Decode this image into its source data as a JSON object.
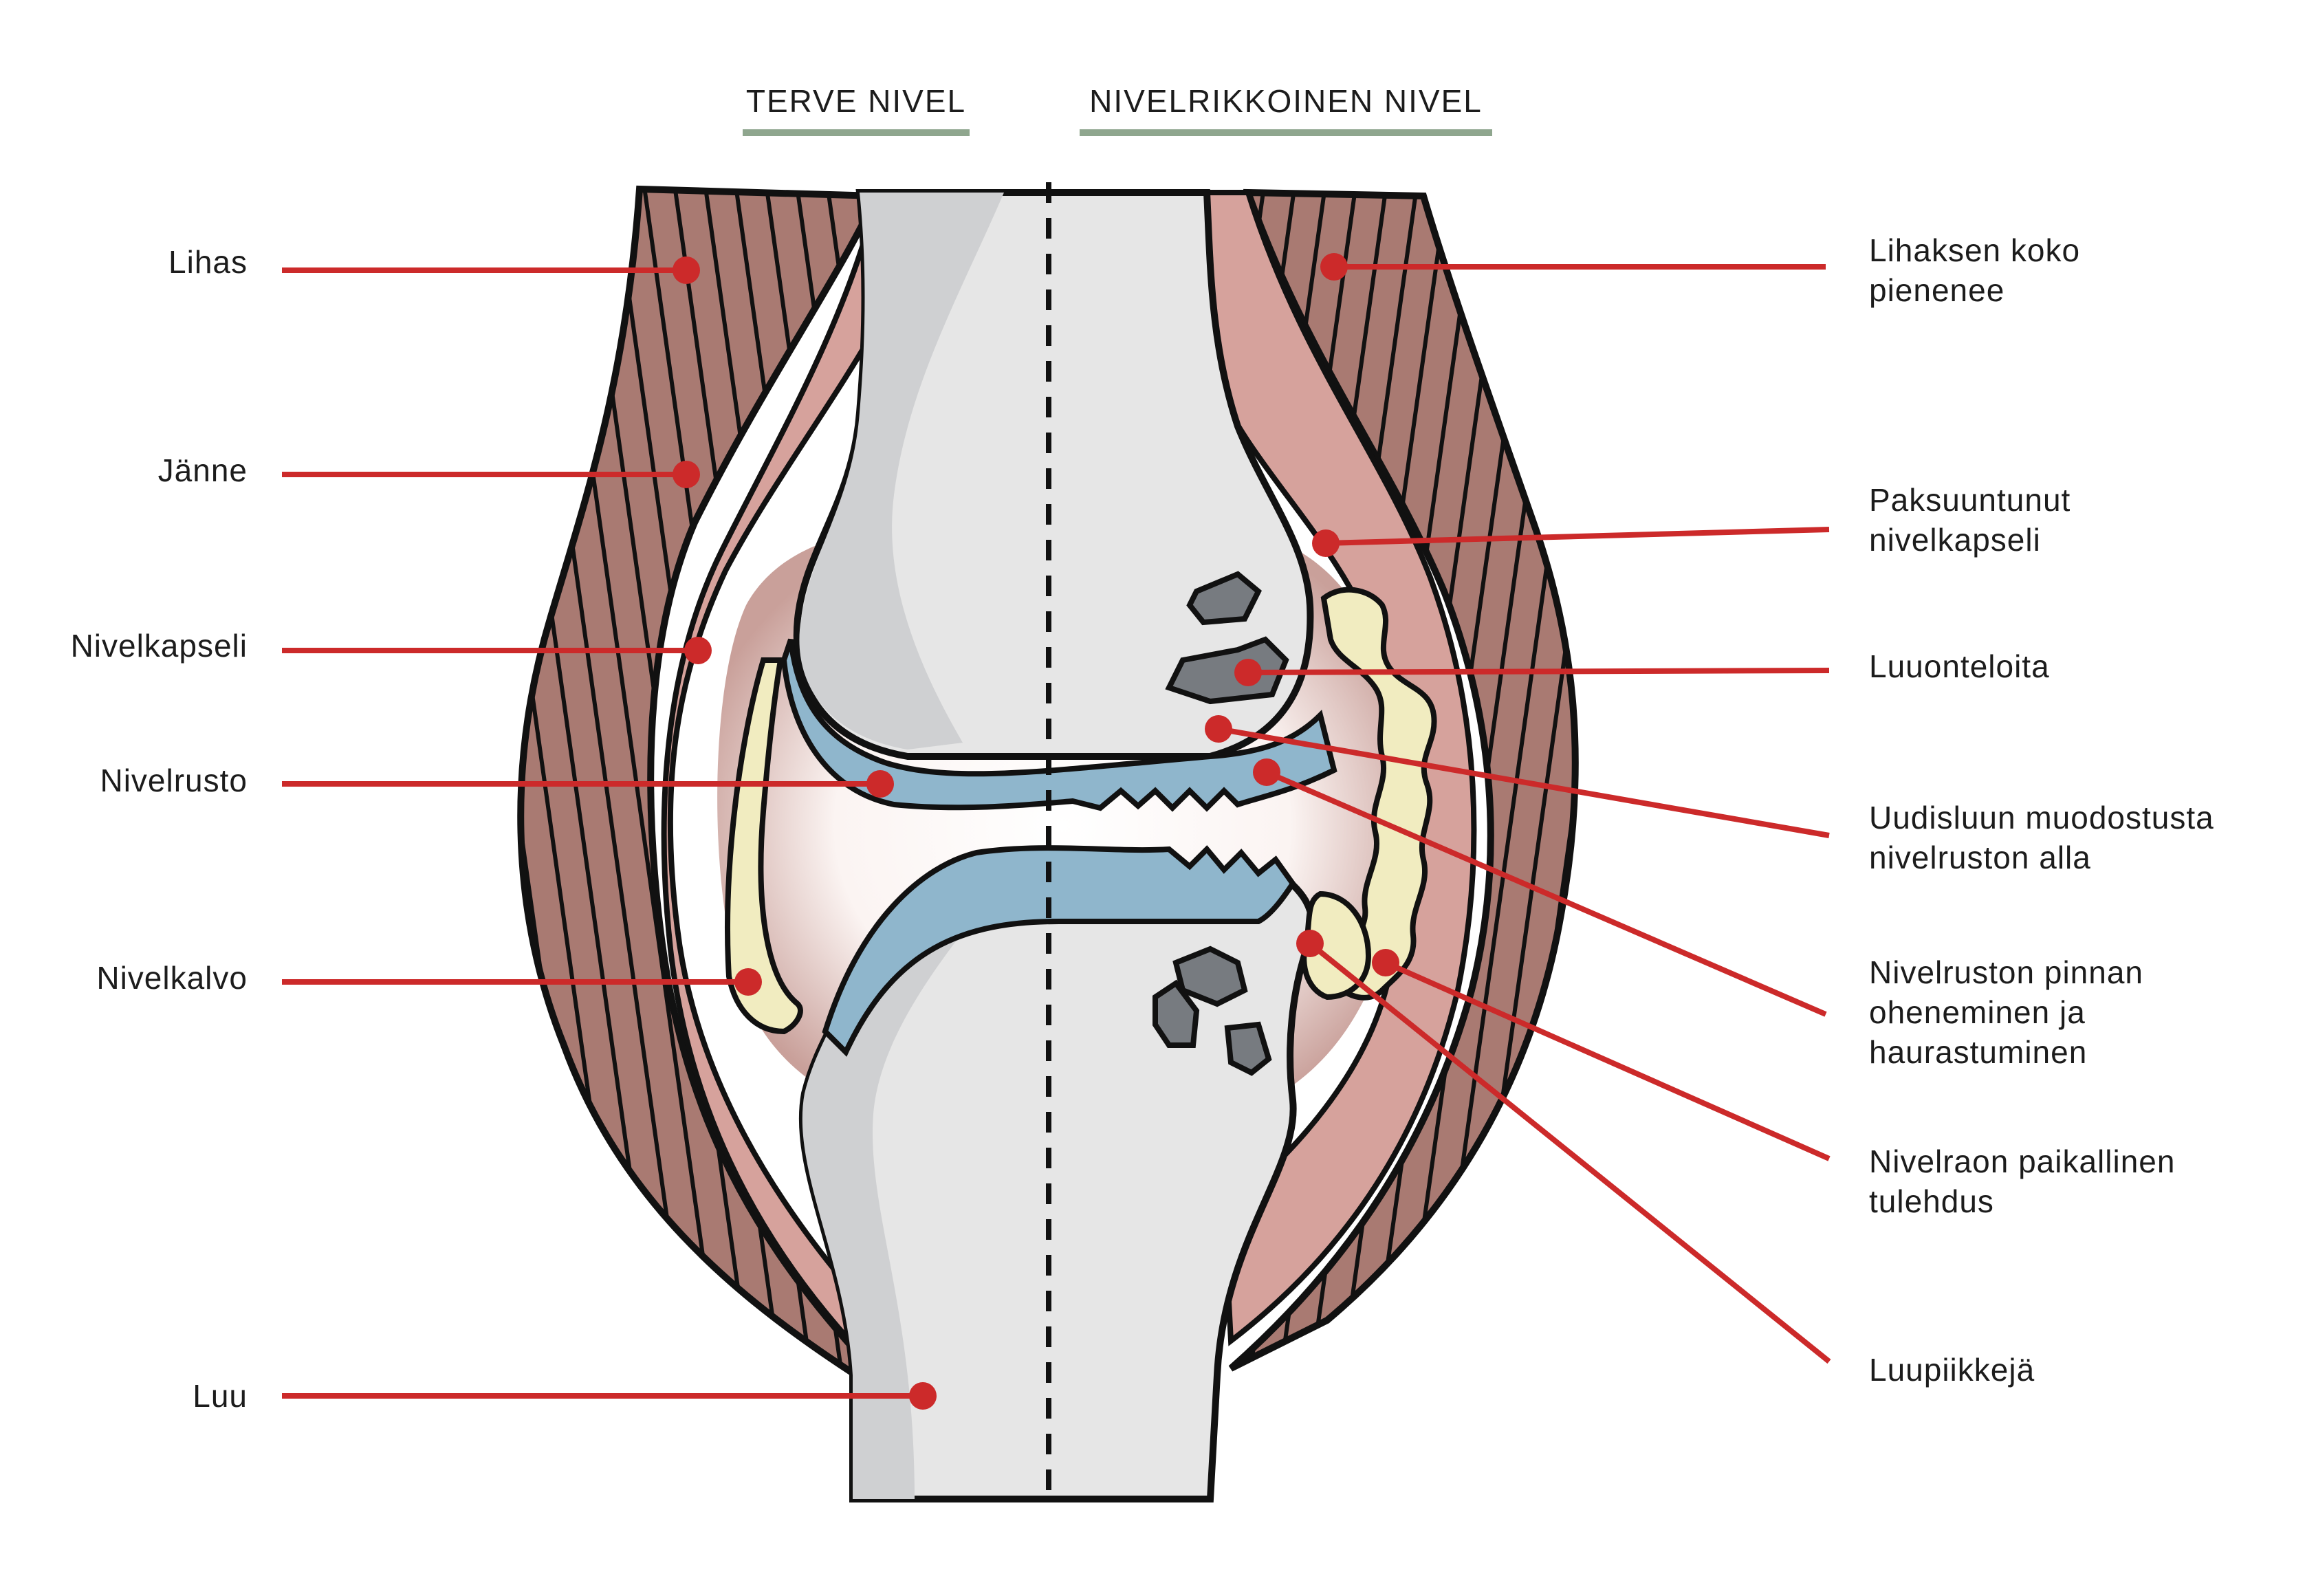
{
  "headings": {
    "healthy": "TERVE NIVEL",
    "arthritic": "NIVELRIKKOINEN NIVEL"
  },
  "left_labels": {
    "muscle": "Lihas",
    "tendon": "Jänne",
    "capsule": "Nivelkapseli",
    "cartilage": "Nivelrusto",
    "synovium": "Nivelkalvo",
    "bone": "Luu"
  },
  "right_labels": {
    "muscle_shrinks": [
      "Lihaksen koko",
      "pienenee"
    ],
    "thick_capsule": [
      "Paksuuntunut",
      "nivelkapseli"
    ],
    "bone_cysts": [
      "Luuonteloita"
    ],
    "new_bone": [
      "Uudisluun muodostusta",
      "nivelruston alla"
    ],
    "cartilage_thinning": [
      "Nivelruston pinnan",
      "oheneminen ja",
      "haurastuminen"
    ],
    "inflammation": [
      "Nivelraon paikallinen",
      "tulehdus"
    ],
    "spurs": [
      "Luupiikkejä"
    ]
  },
  "colors": {
    "pointer": "#cc2a2a",
    "muscle": "#a97a72",
    "tendon": "#d6a29c",
    "bone": "#e6e6e6",
    "bone_shade": "#cfd0d2",
    "cartilage": "#8fb6cc",
    "synovium": "#f1ecc0",
    "fragment": "#777b80",
    "heading_bar": "#8fa68e"
  }
}
